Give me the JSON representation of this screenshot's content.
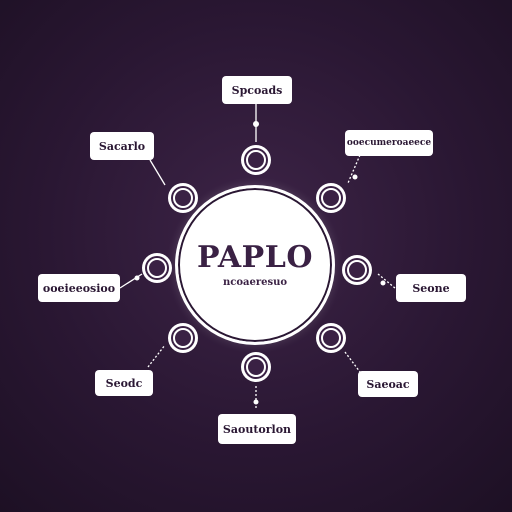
{
  "hub": {
    "title": "PAPLO",
    "subtitle": "ncoaeresuo"
  },
  "labels": {
    "top": "Spcoads",
    "top_left": "Sacarlo",
    "top_right": "ooecumeroaeece",
    "left": "ooeieeosioo",
    "right": "Seone",
    "bottom_left": "Seodc",
    "bottom_right": "Saeoac",
    "bottom": "Saoutorlon"
  },
  "colors": {
    "background": "#2a1733",
    "accent": "#3a2144",
    "foreground": "#ffffff"
  }
}
